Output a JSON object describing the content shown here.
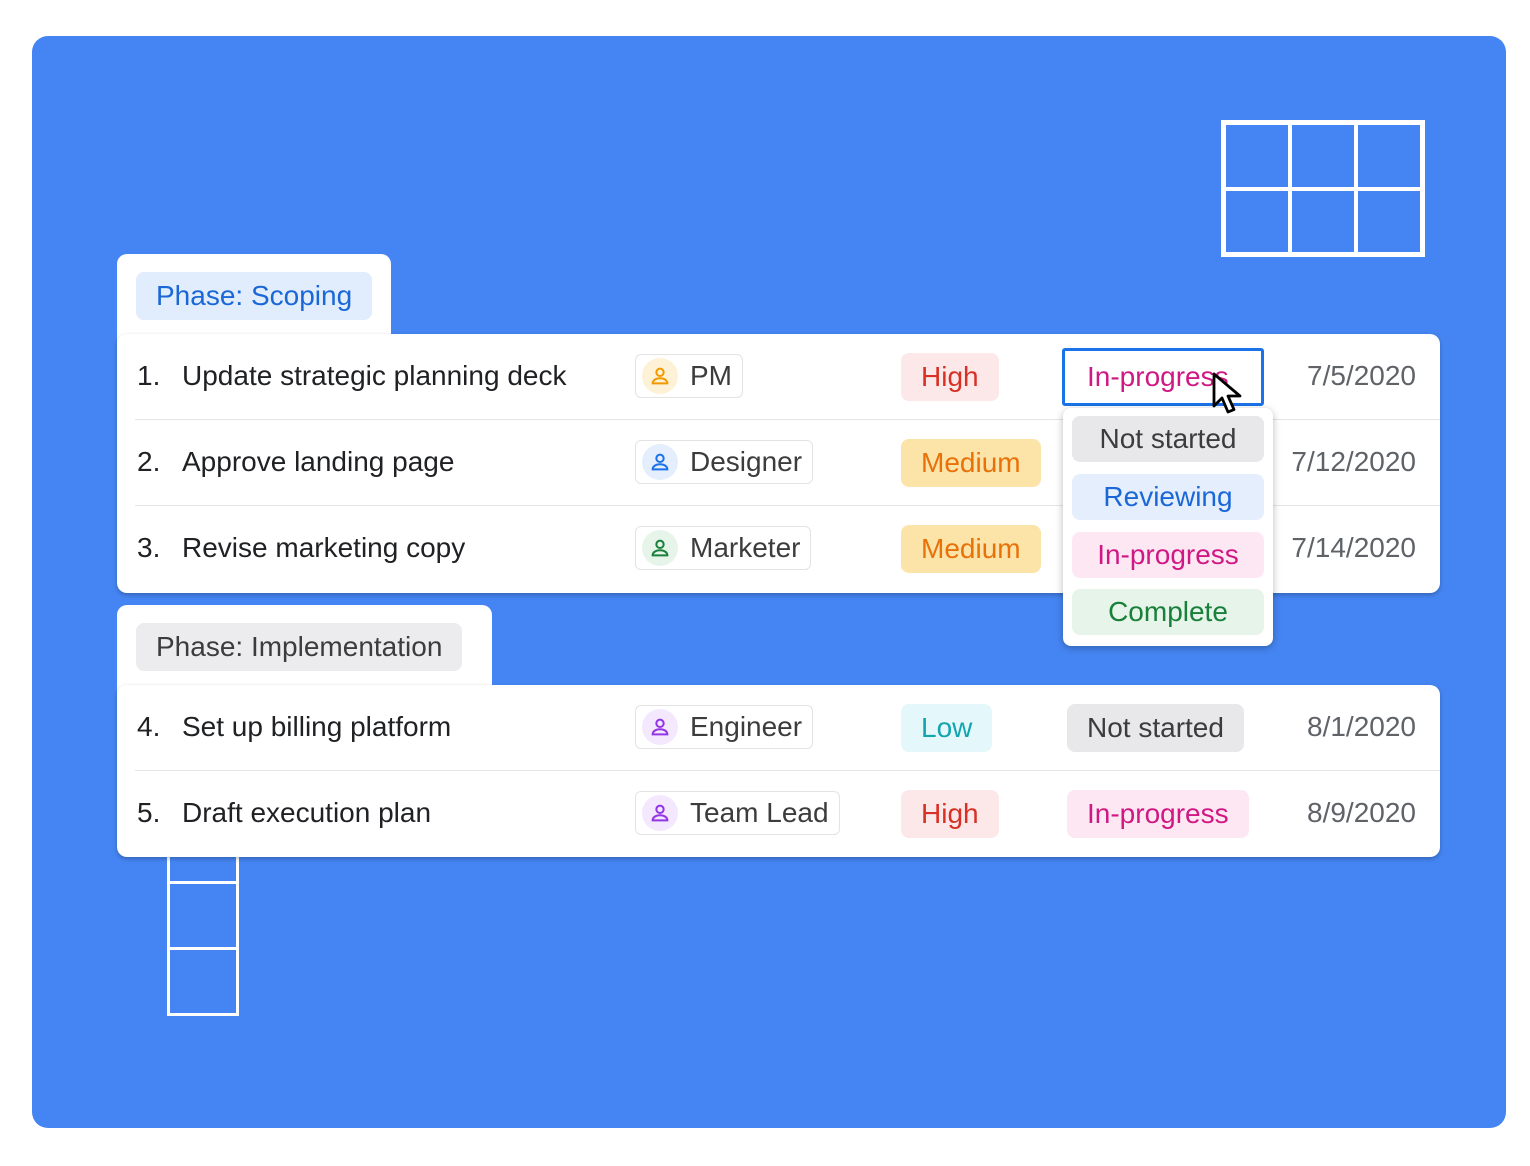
{
  "phases": [
    {
      "label": "Phase: Scoping",
      "tasks": [
        {
          "num": "1.",
          "name": "Update strategic planning deck",
          "assignee": "PM",
          "priority": "High",
          "status": "In-progress",
          "date": "7/5/2020"
        },
        {
          "num": "2.",
          "name": "Approve landing page",
          "assignee": "Designer",
          "priority": "Medium",
          "status": "",
          "date": "7/12/2020"
        },
        {
          "num": "3.",
          "name": "Revise marketing copy",
          "assignee": "Marketer",
          "priority": "Medium",
          "status": "",
          "date": "7/14/2020"
        }
      ]
    },
    {
      "label": "Phase: Implementation",
      "tasks": [
        {
          "num": "4.",
          "name": "Set up billing platform",
          "assignee": "Engineer",
          "priority": "Low",
          "status": "Not started",
          "date": "8/1/2020"
        },
        {
          "num": "5.",
          "name": "Draft execution plan",
          "assignee": "Team Lead",
          "priority": "High",
          "status": "In-progress",
          "date": "8/9/2020"
        }
      ]
    }
  ],
  "status_menu": {
    "current_value": "In-progress",
    "options": [
      "Not started",
      "Reviewing",
      "In-progress",
      "Complete"
    ]
  },
  "icons": {
    "assignee": "person-icon",
    "pointer": "mouse-cursor-icon"
  },
  "colors": {
    "backdrop": "#4585f3",
    "priority_high": {
      "bg": "#fce8e8",
      "fg": "#d93025"
    },
    "priority_medium": {
      "bg": "#fce4a8",
      "fg": "#e8710a"
    },
    "priority_low": {
      "bg": "#e4f7fb",
      "fg": "#12a4af"
    },
    "status_not_started": {
      "bg": "#e8e8ea",
      "fg": "#3c3c3c"
    },
    "status_reviewing": {
      "bg": "#e4eefd",
      "fg": "#1a68d6"
    },
    "status_in_progress": {
      "bg": "#fde7f3",
      "fg": "#d01884"
    },
    "status_complete": {
      "bg": "#e6f4ea",
      "fg": "#188038"
    },
    "avatar_pm": {
      "bg": "#fef2d6",
      "fg": "#f29900"
    },
    "avatar_designer": {
      "bg": "#e4eefd",
      "fg": "#1a73e8"
    },
    "avatar_marketer": {
      "bg": "#e6f4ea",
      "fg": "#188038"
    },
    "avatar_engineer": {
      "bg": "#f3e8fd",
      "fg": "#9334e6"
    },
    "avatar_team_lead": {
      "bg": "#f3e8fd",
      "fg": "#9334e6"
    }
  }
}
